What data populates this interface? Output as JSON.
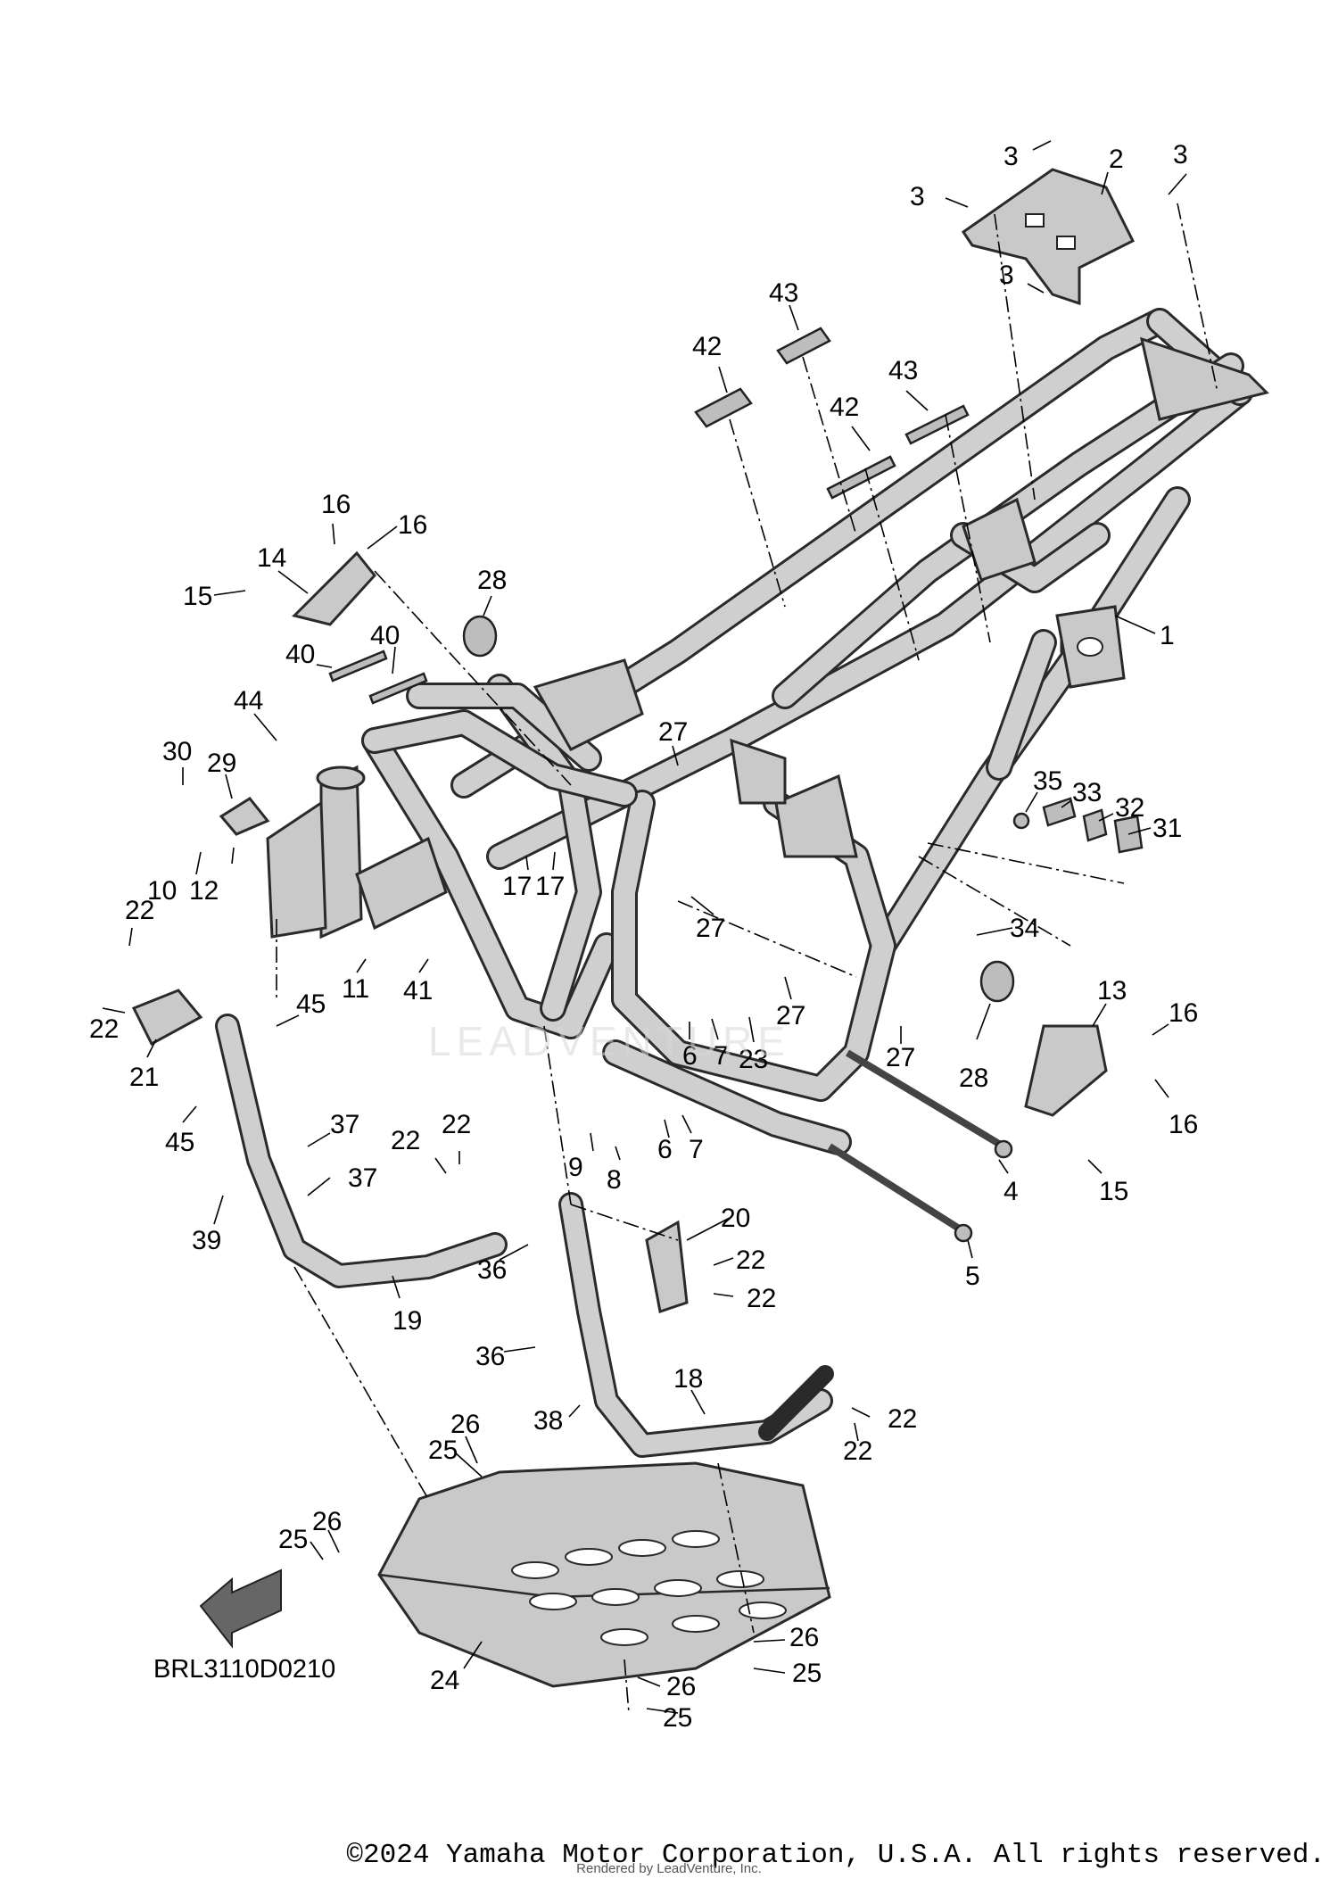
{
  "diagram_code": "BRL3110D0210",
  "copyright": "©2024 Yamaha Motor Corporation, U.S.A. All rights reserved.",
  "rendered_by": "Rendered by LeadVenture, Inc.",
  "watermark": "LEADVENTURE",
  "callouts": [
    {
      "id": "c3a",
      "number": "3"
    },
    {
      "id": "c2",
      "number": "2"
    },
    {
      "id": "c3b",
      "number": "3"
    },
    {
      "id": "c3c",
      "number": "3"
    },
    {
      "id": "c3d",
      "number": "3"
    },
    {
      "id": "c43a",
      "number": "43"
    },
    {
      "id": "c42a",
      "number": "42"
    },
    {
      "id": "c43b",
      "number": "43"
    },
    {
      "id": "c42b",
      "number": "42"
    },
    {
      "id": "c16a",
      "number": "16"
    },
    {
      "id": "c16b",
      "number": "16"
    },
    {
      "id": "c14",
      "number": "14"
    },
    {
      "id": "c15a",
      "number": "15"
    },
    {
      "id": "c28a",
      "number": "28"
    },
    {
      "id": "c1",
      "number": "1"
    },
    {
      "id": "c40a",
      "number": "40"
    },
    {
      "id": "c40b",
      "number": "40"
    },
    {
      "id": "c44",
      "number": "44"
    },
    {
      "id": "c30",
      "number": "30"
    },
    {
      "id": "c29",
      "number": "29"
    },
    {
      "id": "c27a",
      "number": "27"
    },
    {
      "id": "c35",
      "number": "35"
    },
    {
      "id": "c33",
      "number": "33"
    },
    {
      "id": "c32",
      "number": "32"
    },
    {
      "id": "c31",
      "number": "31"
    },
    {
      "id": "c10",
      "number": "10"
    },
    {
      "id": "c12",
      "number": "12"
    },
    {
      "id": "c17a",
      "number": "17"
    },
    {
      "id": "c17b",
      "number": "17"
    },
    {
      "id": "c27b",
      "number": "27"
    },
    {
      "id": "c34",
      "number": "34"
    },
    {
      "id": "c22a",
      "number": "22"
    },
    {
      "id": "c11",
      "number": "11"
    },
    {
      "id": "c41",
      "number": "41"
    },
    {
      "id": "c6a",
      "number": "6"
    },
    {
      "id": "c7a",
      "number": "7"
    },
    {
      "id": "c23",
      "number": "23"
    },
    {
      "id": "c27c",
      "number": "27"
    },
    {
      "id": "c13",
      "number": "13"
    },
    {
      "id": "c16c",
      "number": "16"
    },
    {
      "id": "c22b",
      "number": "22"
    },
    {
      "id": "c45a",
      "number": "45"
    },
    {
      "id": "c21",
      "number": "21"
    },
    {
      "id": "c27d",
      "number": "27"
    },
    {
      "id": "c28b",
      "number": "28"
    },
    {
      "id": "c16d",
      "number": "16"
    },
    {
      "id": "c45b",
      "number": "45"
    },
    {
      "id": "c37a",
      "number": "37"
    },
    {
      "id": "c22c",
      "number": "22"
    },
    {
      "id": "c22d",
      "number": "22"
    },
    {
      "id": "c9",
      "number": "9"
    },
    {
      "id": "c8",
      "number": "8"
    },
    {
      "id": "c6b",
      "number": "6"
    },
    {
      "id": "c7b",
      "number": "7"
    },
    {
      "id": "c4",
      "number": "4"
    },
    {
      "id": "c15b",
      "number": "15"
    },
    {
      "id": "c39",
      "number": "39"
    },
    {
      "id": "c37b",
      "number": "37"
    },
    {
      "id": "c20",
      "number": "20"
    },
    {
      "id": "c36a",
      "number": "36"
    },
    {
      "id": "c22e",
      "number": "22"
    },
    {
      "id": "c22f",
      "number": "22"
    },
    {
      "id": "c5",
      "number": "5"
    },
    {
      "id": "c19",
      "number": "19"
    },
    {
      "id": "c36b",
      "number": "36"
    },
    {
      "id": "c18",
      "number": "18"
    },
    {
      "id": "c38",
      "number": "38"
    },
    {
      "id": "c22g",
      "number": "22"
    },
    {
      "id": "c22h",
      "number": "22"
    },
    {
      "id": "c26a",
      "number": "26"
    },
    {
      "id": "c25a",
      "number": "25"
    },
    {
      "id": "c26b",
      "number": "26"
    },
    {
      "id": "c25b",
      "number": "25"
    },
    {
      "id": "c26c",
      "number": "26"
    },
    {
      "id": "c25c",
      "number": "25"
    },
    {
      "id": "c26d",
      "number": "26"
    },
    {
      "id": "c24",
      "number": "24"
    },
    {
      "id": "c25d",
      "number": "25"
    }
  ]
}
